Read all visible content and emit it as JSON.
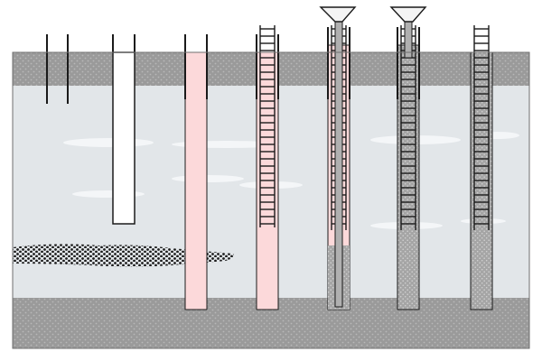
{
  "diagram": {
    "description_text": "",
    "colors": {
      "ground_fill": "#e2e6e9",
      "soil_layer": "#9a9a9a",
      "soil_dots": "#b4b4b4",
      "gravel_dot": "#1c1c1c",
      "bentonite_slurry": "#fcd9da",
      "concrete": "#a5a5a5",
      "casing_line": "#1a1a1a",
      "cloud": "#f4f6f8",
      "hopper_fill": "#f4f4f4"
    },
    "stages": [
      {
        "id": 1,
        "content": "guide-casing"
      },
      {
        "id": 2,
        "content": "excavated-open-hole"
      },
      {
        "id": 3,
        "content": "slurry-filled-hole"
      },
      {
        "id": 4,
        "content": "reinforcement-cage-in-slurry"
      },
      {
        "id": 5,
        "content": "tremie-concrete-partial"
      },
      {
        "id": 6,
        "content": "tremie-concrete-full"
      },
      {
        "id": 7,
        "content": "finished-pile"
      }
    ]
  }
}
